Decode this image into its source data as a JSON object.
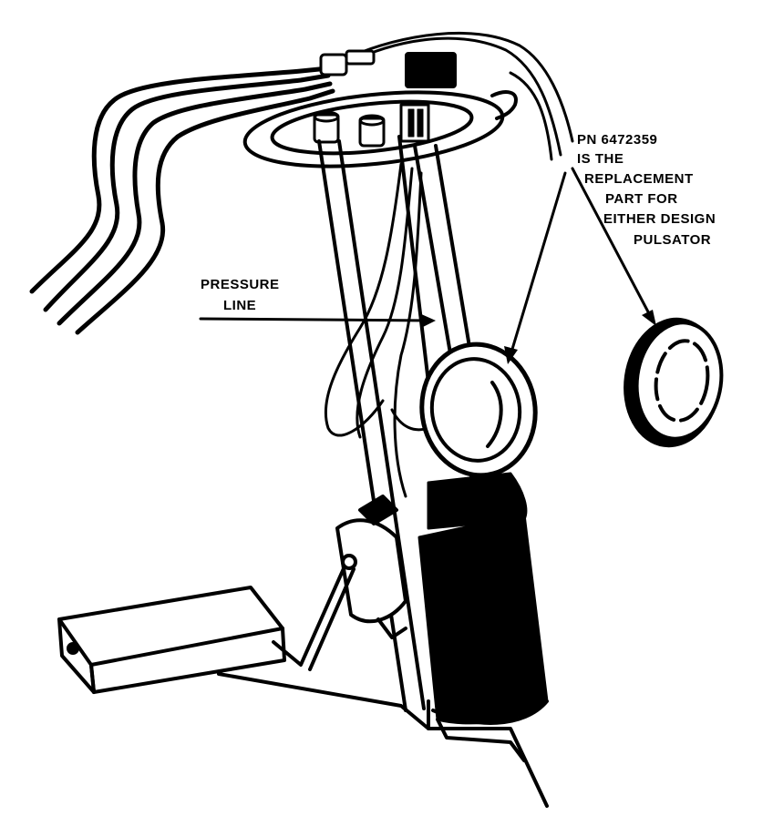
{
  "labels": {
    "pressure_line": [
      "PRESSURE",
      "LINE"
    ],
    "callout": [
      "PN 6472359",
      "IS THE",
      "REPLACEMENT",
      "PART FOR",
      "EITHER DESIGN",
      "PULSATOR"
    ]
  },
  "colors": {
    "ink": "#000000",
    "paper": "#ffffff"
  }
}
